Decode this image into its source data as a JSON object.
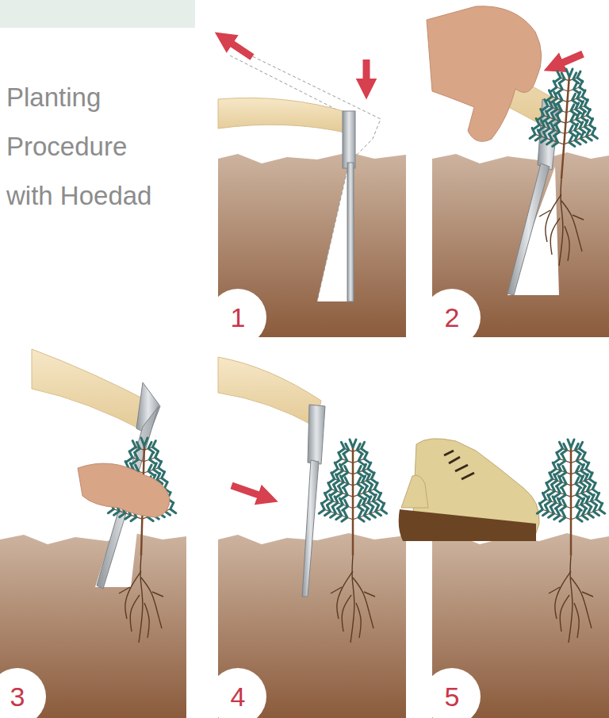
{
  "diagram": {
    "title": "Planting Procedure with Hoedad",
    "labels": [
      "1",
      "2",
      "3",
      "4",
      "5"
    ]
  }
}
